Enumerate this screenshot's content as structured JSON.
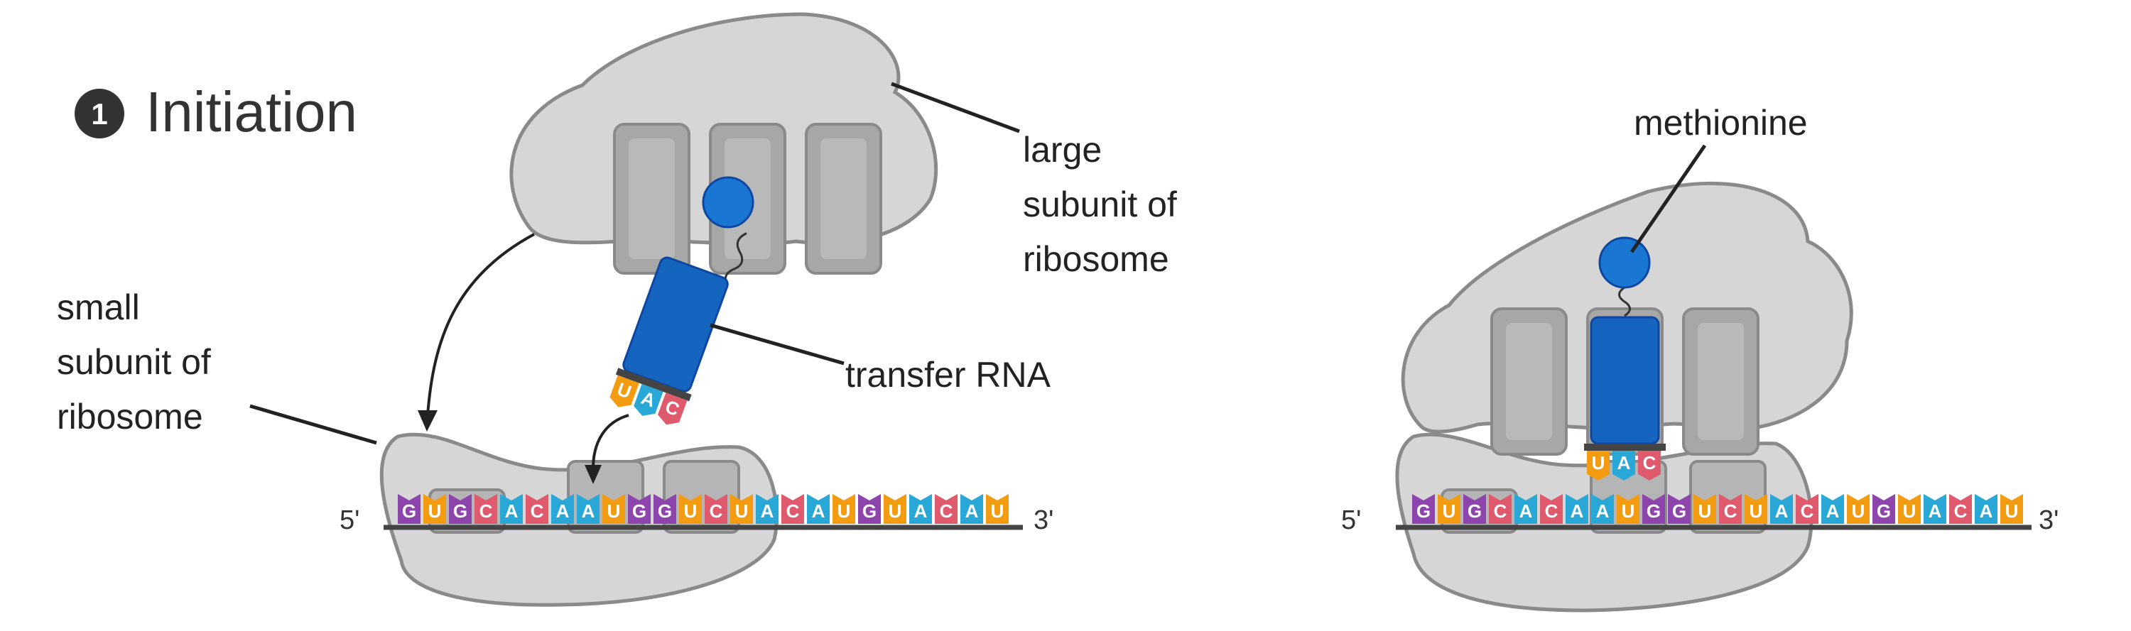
{
  "title": {
    "step_number": "1",
    "text": "Initiation"
  },
  "labels": {
    "large_subunit": [
      "large",
      "subunit of",
      "ribosome"
    ],
    "small_subunit": [
      "small",
      "subunit of",
      "ribosome"
    ],
    "transfer_rna": "transfer RNA",
    "methionine": "methionine"
  },
  "mrna": {
    "five_prime": "5'",
    "three_prime": "3'",
    "sequence": [
      "G",
      "U",
      "G",
      "C",
      "A",
      "C",
      "A",
      "A",
      "U",
      "G",
      "G",
      "U",
      "C",
      "U",
      "A",
      "C",
      "A",
      "U",
      "G",
      "U",
      "A",
      "C",
      "A",
      "U"
    ]
  },
  "anticodon": [
    "U",
    "A",
    "C"
  ],
  "colors": {
    "ribosome_fill": "#d6d6d6",
    "ribosome_stroke": "#8a8a8a",
    "site_fill": "#a7a7a7",
    "trna": "#1565c0",
    "amino_acid": "#1976d2",
    "G": "#8e44ad",
    "U": "#f39c12",
    "C": "#e05a6e",
    "A": "#29a8d8"
  }
}
